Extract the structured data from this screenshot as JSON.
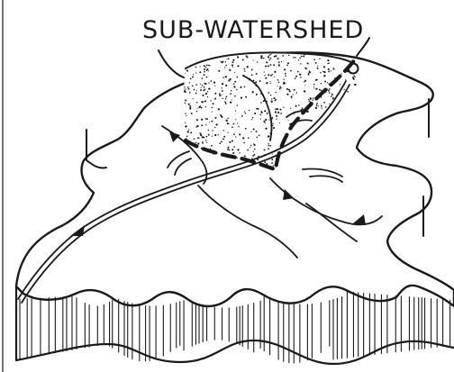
{
  "label": {
    "text": "SUB-WATERSHED"
  },
  "style": {
    "ink": "#1a1a1a",
    "paper": "#ffffff"
  },
  "features": {
    "sub_watershed_region": "stippled-area",
    "divide": "dashed-boundary",
    "outlet": "outlet-circle",
    "streams": "stream-network",
    "flow": "flow-arrow"
  }
}
